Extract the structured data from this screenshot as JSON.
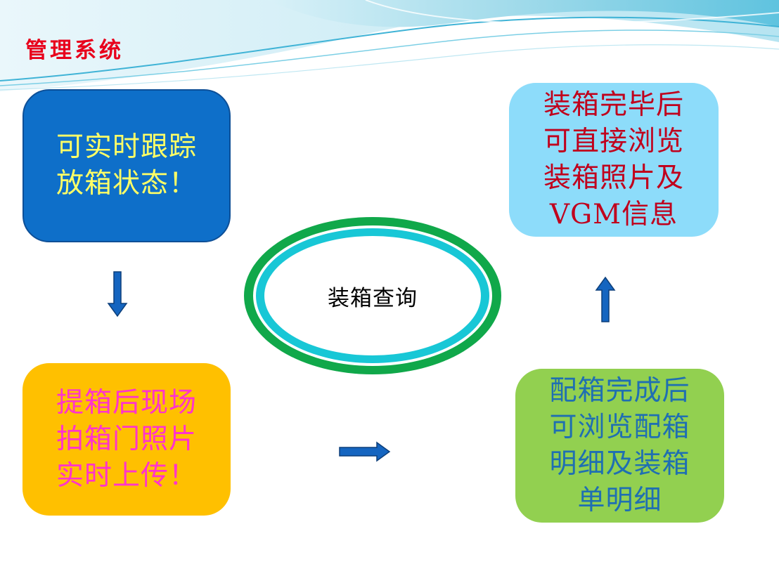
{
  "title": "管理系统",
  "center": {
    "label": "装箱查询"
  },
  "boxes": {
    "top_left": "可实时跟踪\n放箱状态！",
    "bottom_left": "提箱后现场\n拍箱门照片\n实时上传！",
    "top_right": "装箱完毕后\n可直接浏览\n装箱照片及\nVGM信息",
    "bottom_right": "配箱完成后\n可浏览配箱\n明细及装箱\n单明细"
  },
  "colors": {
    "title": "#e8001c",
    "top_left_fill": "#0e6fc9",
    "bottom_left_fill": "#ffc000",
    "top_right_fill": "#8ddcfa",
    "bottom_right_fill": "#92d050",
    "ring_outer": "#10a84a",
    "ring_inner": "#18c7d6",
    "arrow": "#1565c0"
  }
}
